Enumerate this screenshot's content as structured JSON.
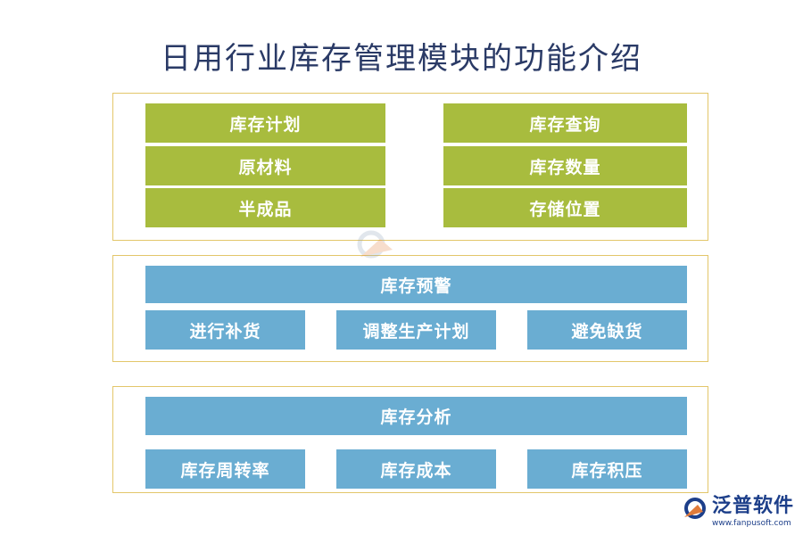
{
  "title": "日用行业库存管理模块的功能介绍",
  "section1": {
    "left": [
      "库存计划",
      "原材料",
      "半成品"
    ],
    "right": [
      "库存查询",
      "库存数量",
      "存储位置"
    ]
  },
  "section2": {
    "header": "库存预警",
    "items": [
      "进行补货",
      "调整生产计划",
      "避免缺货"
    ]
  },
  "section3": {
    "header": "库存分析",
    "items": [
      "库存周转率",
      "库存成本",
      "库存积压"
    ]
  },
  "colors": {
    "green": "#a8bc3e",
    "blue": "#6aadd2",
    "border": "#e3c66a",
    "title": "#2a3a66"
  },
  "logo": {
    "name": "泛普软件",
    "url": "www.fanpusoft.com"
  }
}
